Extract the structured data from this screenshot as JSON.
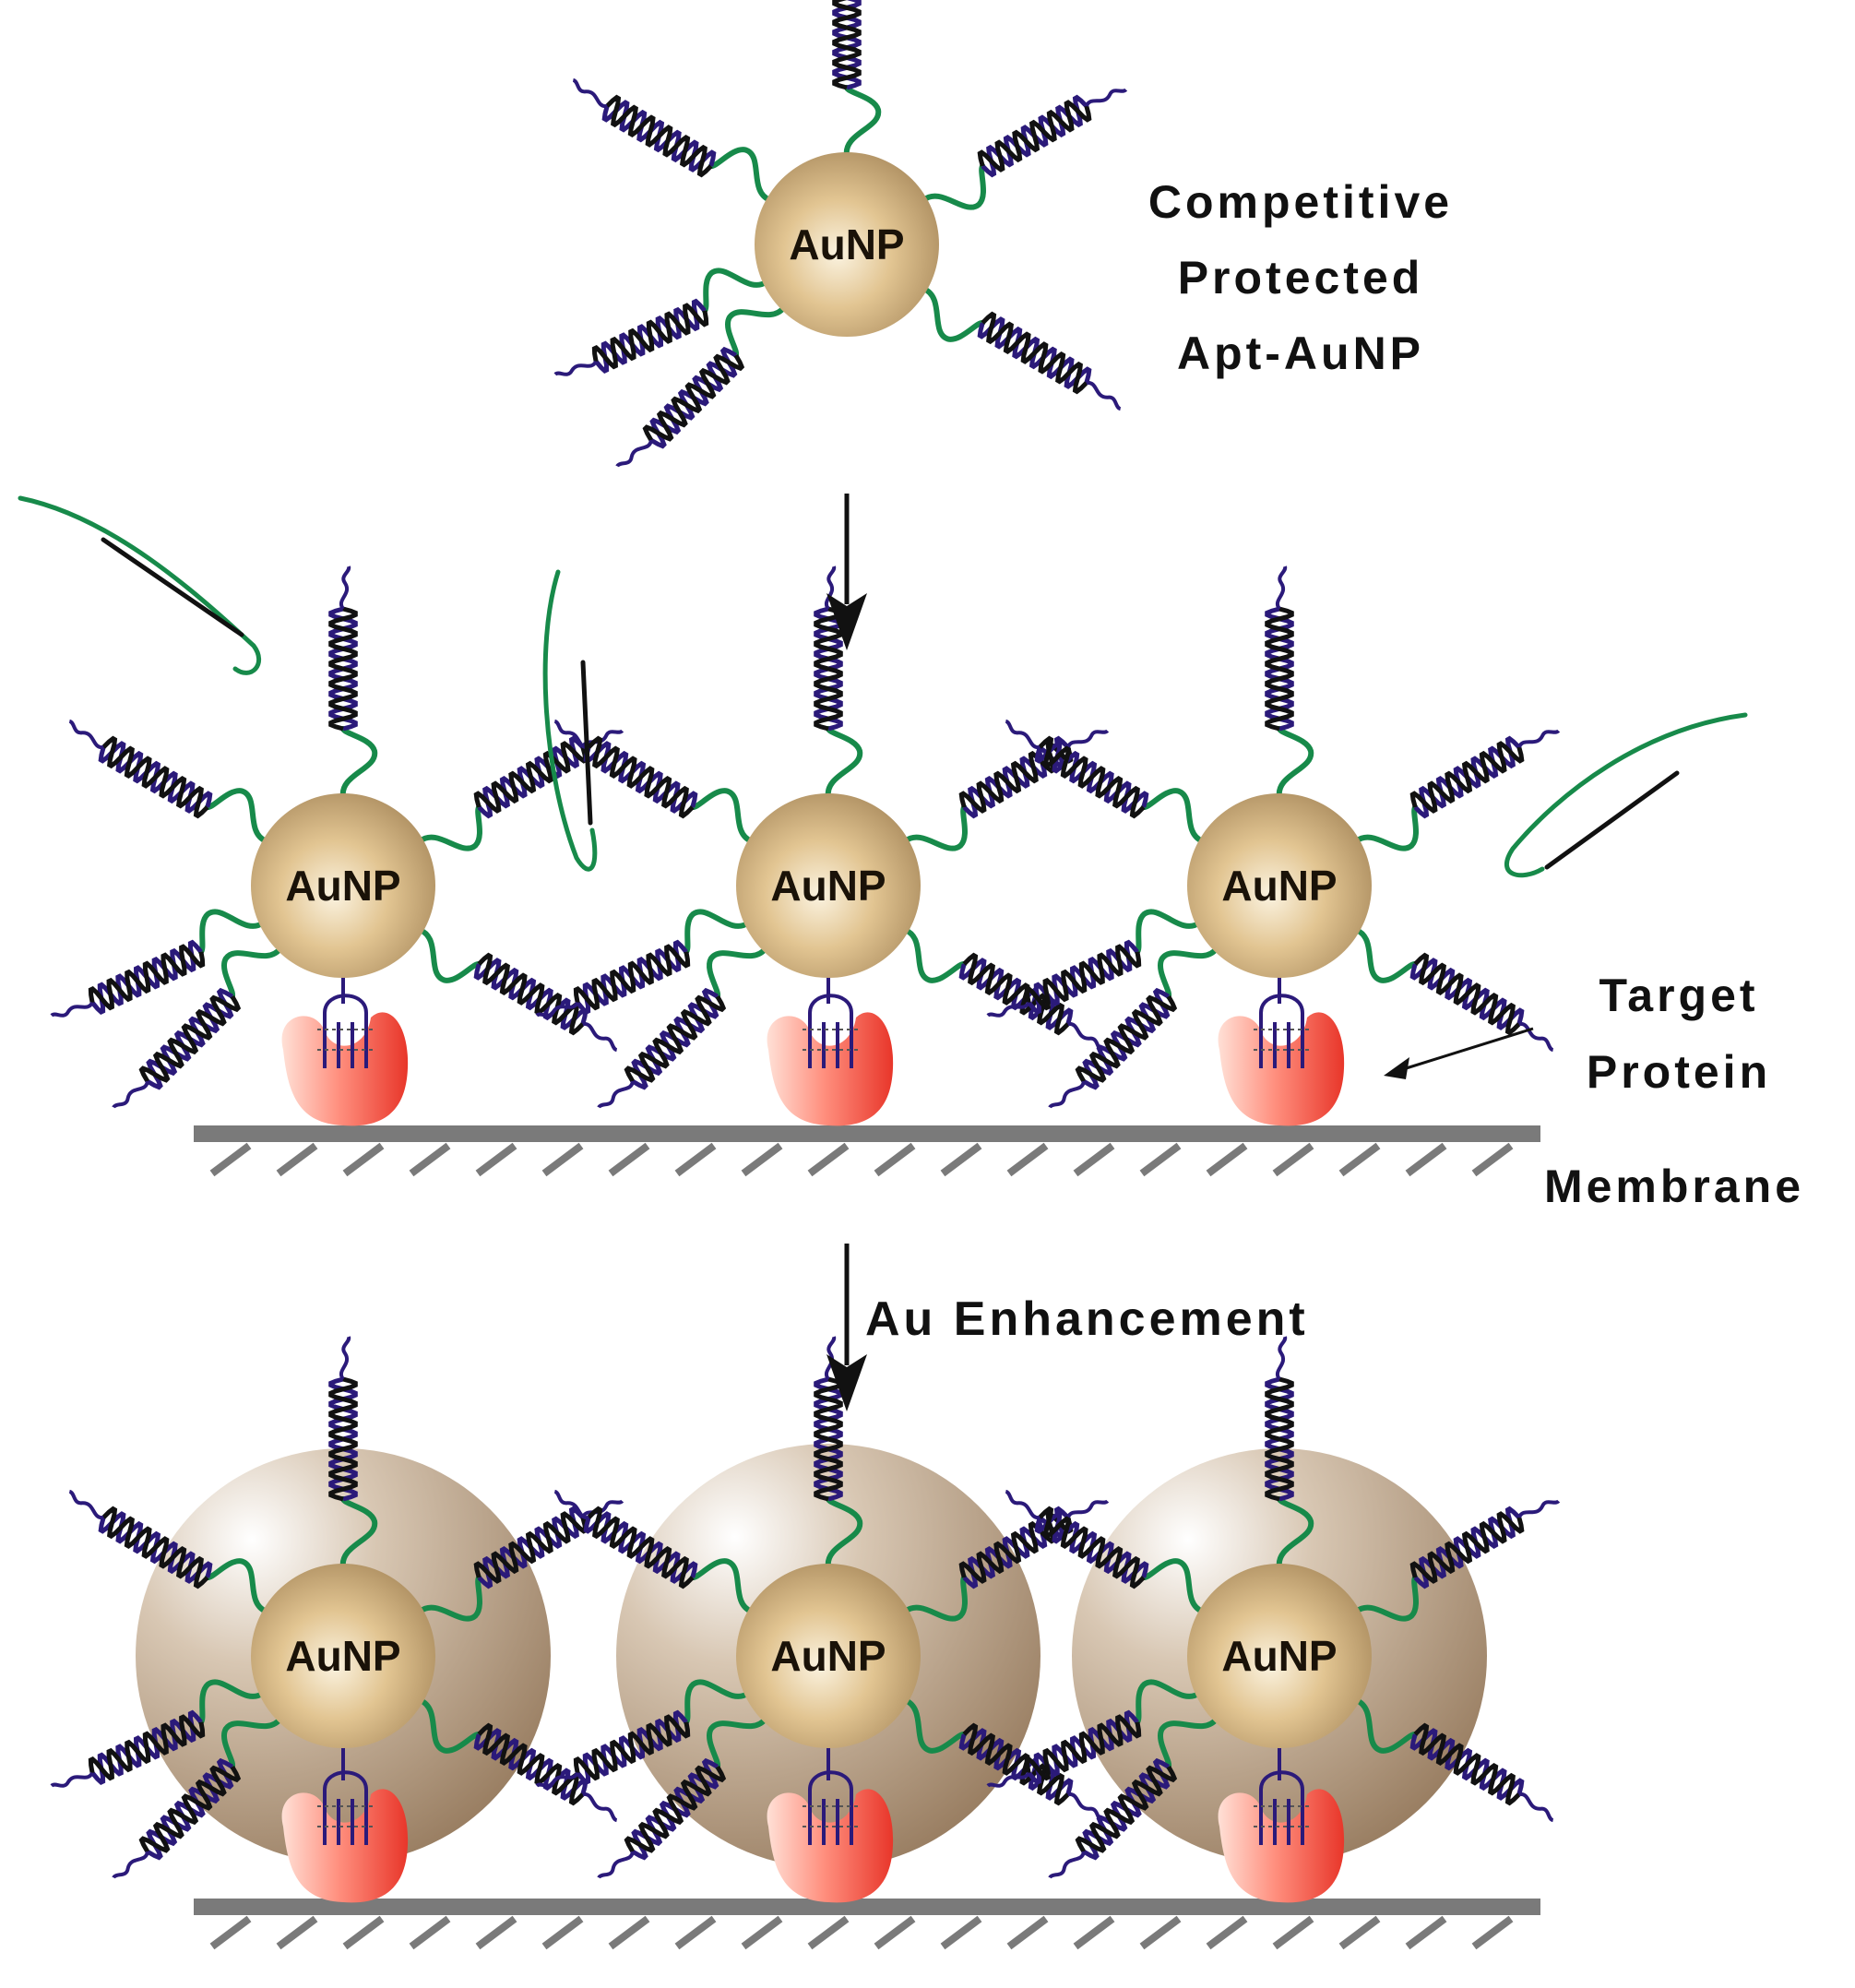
{
  "labels": {
    "competitive": "Competitive",
    "protected": "Protected",
    "apt_aunp": "Apt-AuNP",
    "target": "Target",
    "protein": "Protein",
    "membrane": "Membrane",
    "enhancement": "Au Enhancement",
    "particle": "AuNP"
  },
  "colors": {
    "gold_light": "#fbf3e0",
    "gold_mid": "#d9b982",
    "gold_dark": "#a6875a",
    "shell_light": "#ffffff",
    "shell_dark": "#9a7f63",
    "aptamer_green": "#178a4a",
    "helix_navy": "#2b1a7a",
    "helix_black": "#111111",
    "protein_red": "#e8362a",
    "protein_light": "#ffd9cc",
    "membrane_gray": "#7a7a7a",
    "arrow": "#111111"
  },
  "icons": [
    "aunp-particle",
    "dna-helix-arm",
    "aptamer-strand",
    "target-protein",
    "membrane-surface",
    "down-arrow",
    "pointer-arrow",
    "released-strand"
  ]
}
